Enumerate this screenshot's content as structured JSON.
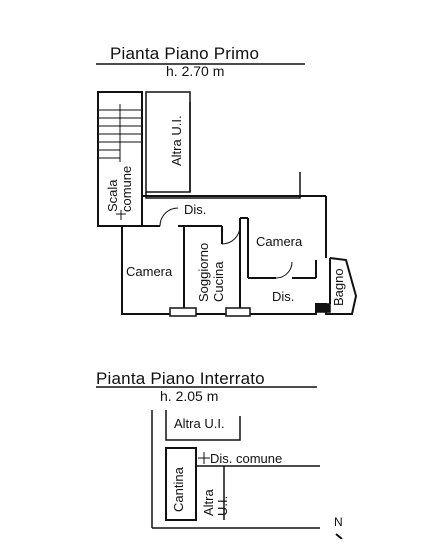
{
  "first_floor": {
    "title": "Pianta Piano Primo",
    "height": "h. 2.70 m",
    "rooms": {
      "altra_ui": "Altra U.I.",
      "scala_comune": "Scala comune",
      "dis_top": "Dis.",
      "camera_right": "Camera",
      "camera_left": "Camera",
      "soggiorno_cucina": "Soggiorno Cucina",
      "dis_bottom": "Dis.",
      "bagno": "Bagno"
    }
  },
  "basement": {
    "title": "Pianta Piano Interrato",
    "height": "h. 2.05 m",
    "rooms": {
      "altra_ui_top": "Altra U.I.",
      "dis_comune": "Dis. comune",
      "cantina": "Cantina",
      "altra_ui_side": "Altra U.I."
    }
  },
  "north_arrow": {
    "label": "N"
  }
}
